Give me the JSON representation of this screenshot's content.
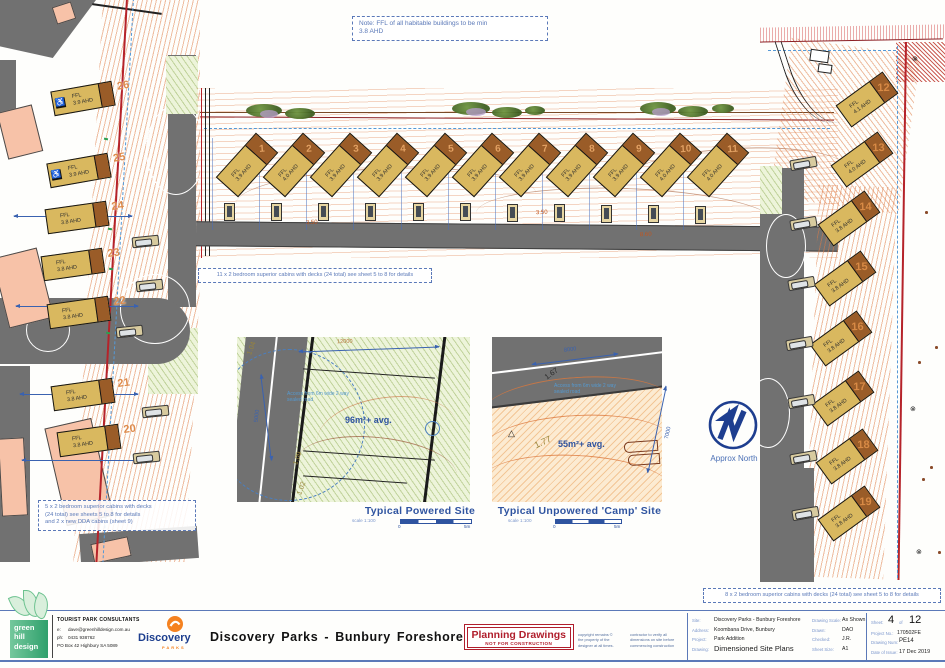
{
  "colors": {
    "note_blue": "#5b79b8",
    "dim_blue": "#3a62b0",
    "detail_blue": "#2f54a0",
    "cabin_tan": "#d9b85f",
    "deck_brown": "#9a5c28",
    "number_orange": "#dd8a4a",
    "road_gray": "#717171",
    "contour_orange": "#df7c46",
    "boundary_red": "#b5232a",
    "salmon_building": "#f7c2a8",
    "green_site": "#edf4da",
    "camp_peach": "#fcebd2",
    "north_navy": "#1e3e8f",
    "stamp_red": "#b01e2c",
    "discovery_blue": "#1c3e8e",
    "discovery_orange": "#f58220",
    "greenhill_green": "#2fa06c"
  },
  "top_note": {
    "line1": "Note: FFL of all habitable buildings to be min",
    "line2": "3.8 AHD"
  },
  "left_panel": {
    "ffl_label": "FFL",
    "cabins": [
      {
        "num": "26",
        "ahd": "3.9 AHD",
        "dda": true
      },
      {
        "num": "25",
        "ahd": "3.9 AHD",
        "dda": true
      },
      {
        "num": "24",
        "ahd": "3.8 AHD"
      },
      {
        "num": "23",
        "ahd": "3.8 AHD"
      },
      {
        "num": "22",
        "ahd": "3.8 AHD"
      },
      {
        "num": "21",
        "ahd": "3.8 AHD"
      },
      {
        "num": "20",
        "ahd": "3.8 AHD"
      }
    ],
    "note_lines": [
      "5 x 2 bedroom  superior cabins with decks",
      "(24 total) see sheets 5 to 8 for details",
      "and 2 x new DDA cabins (sheet 9)"
    ]
  },
  "center_panel": {
    "ffl_label": "FFL",
    "caption": "11 x 2 bedroom  superior cabins with decks (24 total) see sheet 5 to 8 for details",
    "cabins": [
      {
        "num": "1",
        "ahd": "3.9 AHD"
      },
      {
        "num": "2",
        "ahd": "4.0 AHD"
      },
      {
        "num": "3",
        "ahd": "3.9 AHD"
      },
      {
        "num": "4",
        "ahd": "3.9 AHD"
      },
      {
        "num": "5",
        "ahd": "3.9 AHD"
      },
      {
        "num": "6",
        "ahd": "3.9 AHD"
      },
      {
        "num": "7",
        "ahd": "3.9 AHD"
      },
      {
        "num": "8",
        "ahd": "3.9 AHD"
      },
      {
        "num": "9",
        "ahd": "3.9 AHD"
      },
      {
        "num": "10",
        "ahd": "4.0 AHD"
      },
      {
        "num": "11",
        "ahd": "4.0 AHD"
      }
    ],
    "contours": [
      "3.50",
      "3.50",
      "8.60"
    ]
  },
  "right_panel": {
    "ffl_label": "FFL",
    "cabins": [
      {
        "num": "12",
        "ahd": "4.1 AHD"
      },
      {
        "num": "13",
        "ahd": "4.0 AHD"
      },
      {
        "num": "14",
        "ahd": "3.8 AHD"
      },
      {
        "num": "15",
        "ahd": "3.8 AHD"
      },
      {
        "num": "16",
        "ahd": "3.8 AHD"
      },
      {
        "num": "17",
        "ahd": "3.8 AHD"
      },
      {
        "num": "18",
        "ahd": "3.8 AHD"
      },
      {
        "num": "19",
        "ahd": "3.8 AHD"
      }
    ],
    "note": "8 x 2 bedroom  superior cabins with decks (24 total) see sheet 5 to 8 for details"
  },
  "powered_site": {
    "title": "Typical Powered Site",
    "scale_label": "scale 1:100",
    "area": "96m²+ avg.",
    "access": "Access from 6m wide 2 way sealed road",
    "dim_top": "12000",
    "dim_left": "5000",
    "contour_a": "1.09",
    "contour_b": "1.02",
    "road_contour": "1.04",
    "bar_start": "0",
    "bar_end": "5m"
  },
  "camp_site": {
    "title": "Typical Unpowered 'Camp' Site",
    "scale_label": "scale 1:100",
    "area": "55m²+ avg.",
    "access": "Access from 6m wide 2 way sealed road",
    "dim_top": "8000",
    "dim_right": "7000",
    "contour_a": "1.67",
    "contour_b": "1.77",
    "bar_start": "0",
    "bar_end": "5m"
  },
  "north_arrow": {
    "label": "Approx North"
  },
  "title_block": {
    "consultant": {
      "logo_lines": [
        "green",
        "hill",
        "design"
      ],
      "heading": "TOURIST PARK CONSULTANTS",
      "email_label": "e:",
      "email": "dave@greenhilldesign.com.au",
      "phone_label": "ph:",
      "phone": "0431 938762",
      "address": "PO Box 42 Highbury SA 5089"
    },
    "client_logo": {
      "name": "Discovery",
      "sub": "PARKS"
    },
    "drawing_title": "Discovery Parks - Bunbury Foreshore",
    "stamp": {
      "line1": "Planning Drawings",
      "line2": "NOT FOR CONSTRUCTION"
    },
    "copyright_lines": [
      "copyright remains ©",
      "the property of the",
      "designer at all times."
    ],
    "disclaimer_lines": [
      "contractor to verify all",
      "dimensions on site before",
      "commencing construction"
    ],
    "project": {
      "site_label": "Site:",
      "site": "Discovery Parks - Bunbury Foreshore",
      "address_label": "Address:",
      "address": "Koombana Drive, Bunbury",
      "project_label": "Project:",
      "project": "Park Addition",
      "drawing_label": "Drawing:",
      "drawing": "Dimensioned Site Plans"
    },
    "meta": {
      "scale_label": "Drawing Scale:",
      "scale": "As Shown",
      "drawn_label": "Drawn:",
      "drawn": "DAO",
      "checked_label": "Checked:",
      "checked": "J.R.",
      "size_label": "Sheet Size:",
      "size": "A1",
      "sheet_label": "Sheet:",
      "sheet_num": "4",
      "of_label": "of",
      "sheet_total": "12",
      "projno_label": "Project No.:",
      "projno": "170502FE",
      "dwgno_label": "Drawing Num:",
      "dwgno": "PE14",
      "date_label": "Date of Issue:",
      "date": "17 Dec 2019"
    }
  }
}
